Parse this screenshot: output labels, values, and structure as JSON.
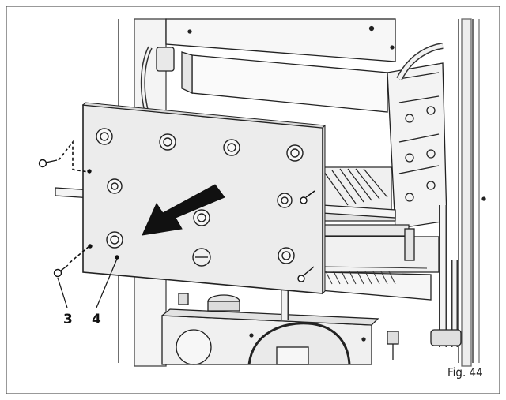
{
  "callouts": [
    {
      "id": "screw",
      "text": "3"
    },
    {
      "id": "panel",
      "text": "4"
    }
  ],
  "figure_label": "Fig. 44",
  "colors": {
    "stroke": "#222222",
    "panel_fill": "#ececec",
    "housing_fill": "#f2f2f2",
    "arrow_fill": "#111111"
  }
}
